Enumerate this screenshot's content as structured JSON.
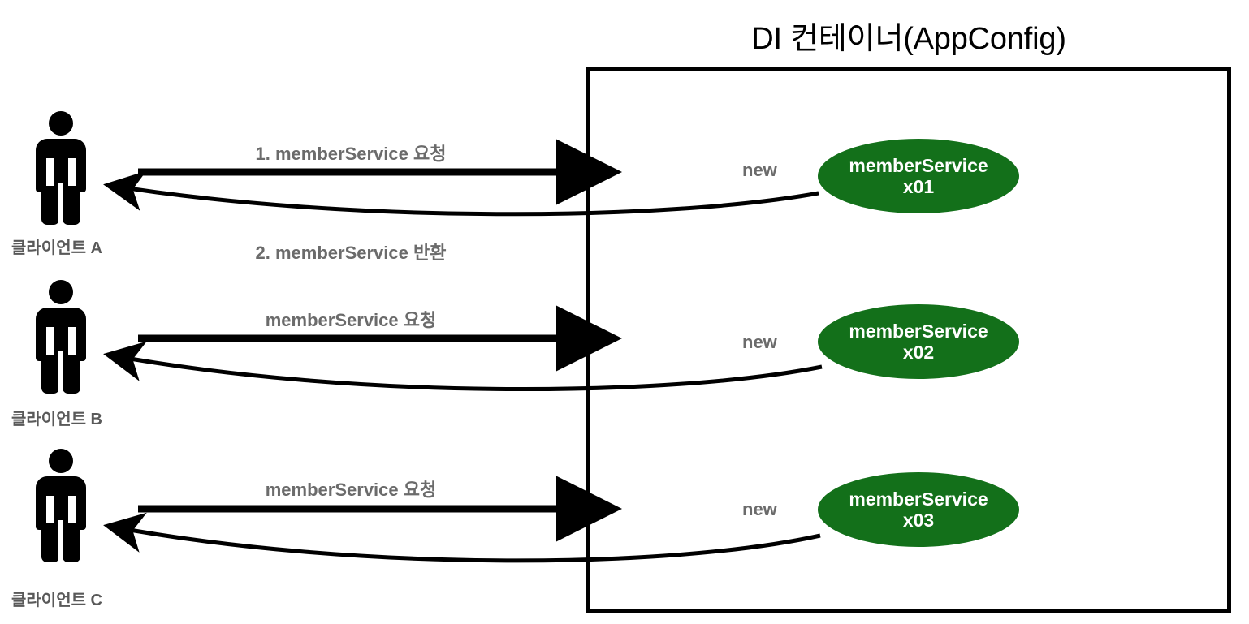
{
  "diagram": {
    "title": "DI 컨테이너(AppConfig)",
    "colors": {
      "bean_green": "#13701a",
      "label_gray": "#6b6b6b",
      "actor_label_gray": "#595959",
      "line_black": "#000000",
      "background": "#ffffff"
    },
    "container": {
      "title": "DI 컨테이너(AppConfig)",
      "beans": [
        {
          "line1": "memberService",
          "line2": "x01",
          "new_label": "new"
        },
        {
          "line1": "memberService",
          "line2": "x02",
          "new_label": "new"
        },
        {
          "line1": "memberService",
          "line2": "x03",
          "new_label": "new"
        }
      ]
    },
    "rows": [
      {
        "actor_label": "클라이언트 A",
        "request_label": "1. memberService 요청",
        "return_label": "2. memberService 반환",
        "new_label": "new",
        "bean_line1": "memberService",
        "bean_line2": "x01"
      },
      {
        "actor_label": "클라이언트 B",
        "request_label": "memberService 요청",
        "return_label": "",
        "new_label": "new",
        "bean_line1": "memberService",
        "bean_line2": "x02"
      },
      {
        "actor_label": "클라이언트 C",
        "request_label": "memberService 요청",
        "return_label": "",
        "new_label": "new",
        "bean_line1": "memberService",
        "bean_line2": "x03"
      }
    ]
  }
}
